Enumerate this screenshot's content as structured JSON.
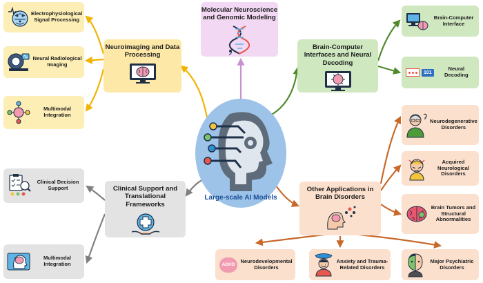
{
  "center": {
    "label": "Large-scale AI Models"
  },
  "colors": {
    "yellow": "#f0b400",
    "pink": "#c98fcf",
    "green": "#4f8a2b",
    "peach": "#c8692a",
    "gray": "#7f7f7f",
    "center_fill": "#9ec3e8",
    "center_text": "#1b4f9a"
  },
  "branches": {
    "neuroimaging": {
      "label": "Neuroimaging and Data Processing",
      "icon": "brain-scan-monitor-icon",
      "children": [
        {
          "label": "Electrophysiological Signal Processing",
          "icon": "eeg-head-icon"
        },
        {
          "label": "Neural Radiological Imaging",
          "icon": "mri-scanner-icon"
        },
        {
          "label": "Multimodal Integration",
          "icon": "multimodal-network-icon"
        }
      ]
    },
    "molecular": {
      "label": "Molecular Neuroscience and Genomic Modeling",
      "icon": "dna-helix-icon"
    },
    "bci": {
      "label": "Brain-Computer Interfaces and Neural Decoding",
      "icon": "brain-monitor-icon",
      "children": [
        {
          "label": "Brain-Computer Interface",
          "icon": "computer-brain-icon"
        },
        {
          "label": "Neural Decoding",
          "icon": "binary-decoding-icon",
          "icon_text": "101"
        }
      ]
    },
    "clinical": {
      "label": "Clinical Support and Translational Frameworks",
      "icon": "medical-cross-hands-icon",
      "children": [
        {
          "label": "Clinical Decision Support",
          "icon": "clipboard-team-icon"
        },
        {
          "label": "Multimodal Integration",
          "icon": "head-brain-icon"
        }
      ]
    },
    "other": {
      "label": "Other Applications in Brain Disorders",
      "icon": "head-thoughts-icon",
      "children": [
        {
          "label": "Neurodegenerative Disorders",
          "icon": "elderly-person-icon"
        },
        {
          "label": "Acquired Neurological Disorders",
          "icon": "headache-icon"
        },
        {
          "label": "Brain Tumors and Structural Abnormalities",
          "icon": "brain-tumor-icon"
        },
        {
          "label": "Neurodevelopmental Disorders",
          "icon": "adhd-brain-icon",
          "icon_text": "ADHD"
        },
        {
          "label": "Anxiety and Trauma-Related Disorders",
          "icon": "anxious-person-icon"
        },
        {
          "label": "Major Psychiatric Disorders",
          "icon": "split-face-icon"
        }
      ]
    }
  }
}
